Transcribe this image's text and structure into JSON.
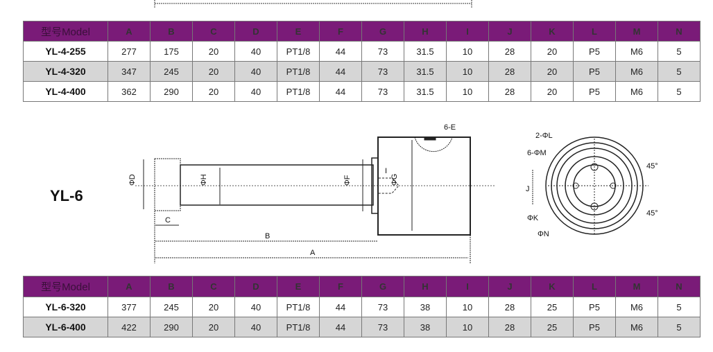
{
  "columns": [
    "型号Model",
    "A",
    "B",
    "C",
    "D",
    "E",
    "F",
    "G",
    "H",
    "I",
    "J",
    "K",
    "L",
    "M",
    "N"
  ],
  "table_yl4": [
    [
      "YL-4-255",
      "277",
      "175",
      "20",
      "40",
      "PT1/8",
      "44",
      "73",
      "31.5",
      "10",
      "28",
      "20",
      "P5",
      "M6",
      "5"
    ],
    [
      "YL-4-320",
      "347",
      "245",
      "20",
      "40",
      "PT1/8",
      "44",
      "73",
      "31.5",
      "10",
      "28",
      "20",
      "P5",
      "M6",
      "5"
    ],
    [
      "YL-4-400",
      "362",
      "290",
      "20",
      "40",
      "PT1/8",
      "44",
      "73",
      "31.5",
      "10",
      "28",
      "20",
      "P5",
      "M6",
      "5"
    ]
  ],
  "section_label": "YL-6",
  "table_yl6": [
    [
      "YL-6-320",
      "377",
      "245",
      "20",
      "40",
      "PT1/8",
      "44",
      "73",
      "38",
      "10",
      "28",
      "25",
      "P5",
      "M6",
      "5"
    ],
    [
      "YL-6-400",
      "422",
      "290",
      "20",
      "40",
      "PT1/8",
      "44",
      "73",
      "38",
      "10",
      "28",
      "25",
      "P5",
      "M6",
      "5"
    ]
  ],
  "drawing_labels": {
    "d": "ΦD",
    "h": "ΦH",
    "f": "ΦF",
    "g": "ΦG",
    "i": "I",
    "c": "C",
    "b": "B",
    "a": "A",
    "e": "6-E",
    "l": "2-ΦL",
    "m": "6-ΦM",
    "j": "J",
    "k": "ΦK",
    "n": "ΦN",
    "ang1": "45°",
    "ang2": "45°"
  },
  "colors": {
    "header": "#7a1b78",
    "alt_row": "#d6d6d6"
  }
}
